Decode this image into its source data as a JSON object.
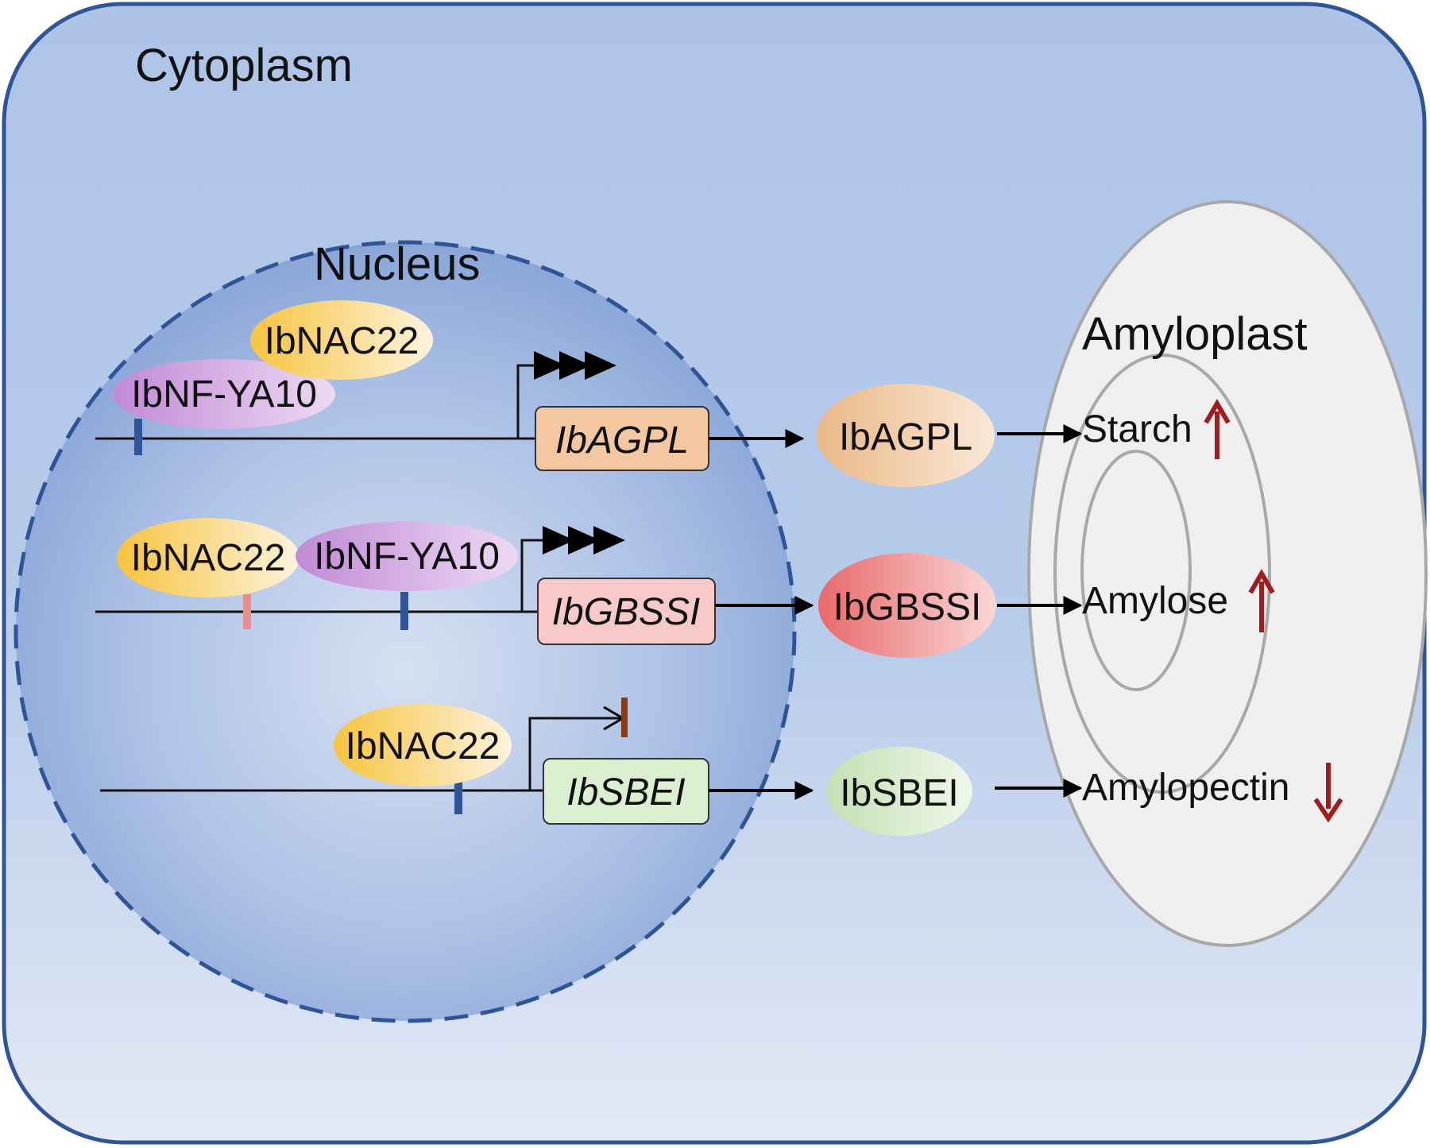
{
  "compartments": {
    "cytoplasm": "Cytoplasm",
    "nucleus": "Nucleus",
    "amyloplast": "Amyloplast"
  },
  "factors": {
    "nac22": "IbNAC22",
    "nfya10": "IbNF-YA10"
  },
  "genes": {
    "agpl": "IbAGPL",
    "gbssi": "IbGBSSI",
    "sbei": "IbSBEI"
  },
  "proteins": {
    "agpl": "IbAGPL",
    "gbssi": "IbGBSSI",
    "sbei": "IbSBEI"
  },
  "products": {
    "starch": "Starch",
    "amylose": "Amylose",
    "amylopectin": "Amylopectin"
  },
  "colors": {
    "cytoplasm_fill": "#b2c7e8",
    "cytoplasm_border": "#2e5597",
    "nucleus_border": "#2e5597",
    "site_blue": "#2e5597",
    "site_pink": "#e88e8e",
    "repress_bar": "#8b3a0f",
    "change_arrow": "#a11c1c"
  },
  "regulation": {
    "agpl": "activated",
    "gbssi": "activated",
    "sbei": "repressed",
    "starch": "increase",
    "amylose": "increase",
    "amylopectin": "decrease"
  }
}
